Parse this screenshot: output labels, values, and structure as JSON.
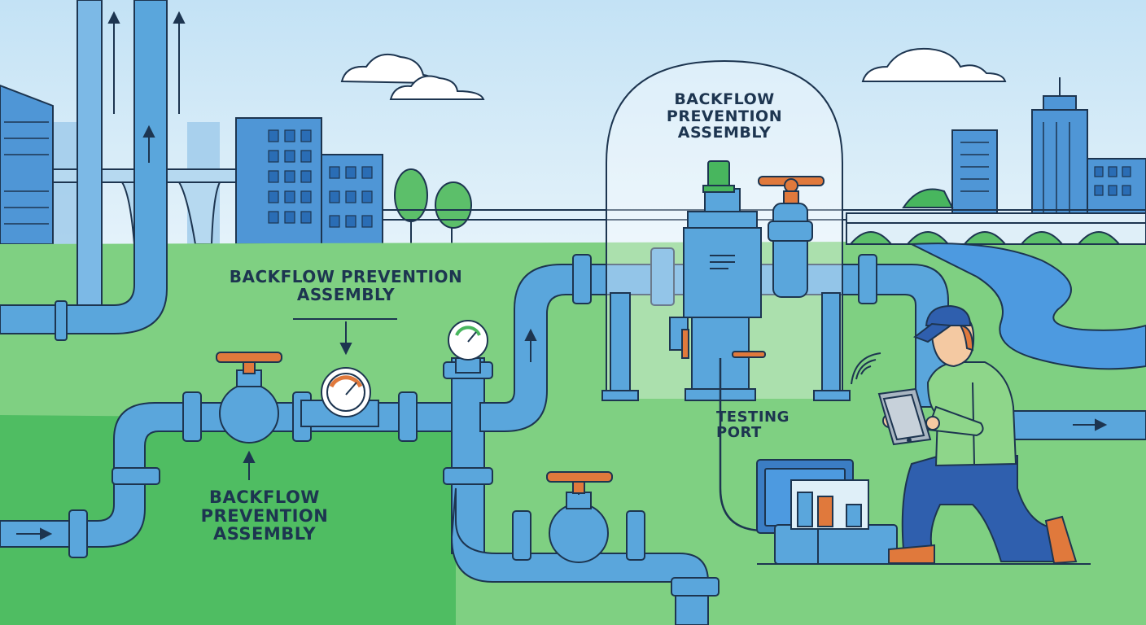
{
  "labels": {
    "top_assembly": "BACKFLOW\nPREVENTION\nASSEMBLY",
    "mid_assembly": "BACKFLOW PREVENTION\nASSEMBLY",
    "bottom_assembly": "BACKFLOW\nPREVENTION\nASSEMBLY",
    "testing_port": "TESTING\nPORT"
  },
  "colors": {
    "sky": "#cfe8f6",
    "grass": "#7fd082",
    "grass_dark": "#48b65e",
    "pipe": "#5aa6dc",
    "outline": "#1d3550",
    "valve_handle": "#e0793c",
    "building": "#4f96d6",
    "river": "#4d9ae0",
    "tech_shirt": "#8ed68a",
    "tech_pants": "#2f5fae"
  },
  "icons": [
    "valve-handle-icon",
    "pressure-gauge-icon",
    "flow-arrow-icon",
    "tablet-icon",
    "wifi-signal-icon",
    "cloud-icon",
    "tree-icon"
  ]
}
